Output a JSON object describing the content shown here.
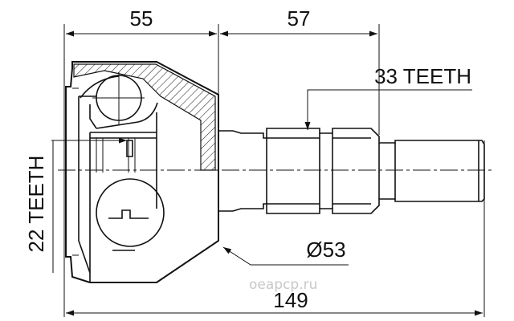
{
  "dimensions": {
    "left_length": "55",
    "mid_length": "57",
    "outer_teeth": "33 TEETH",
    "inner_teeth": "22 TEETH",
    "diameter": "Ø53",
    "total_length": "149"
  },
  "watermark": "oeapcp.ru",
  "colors": {
    "line": "#111111",
    "watermark": "#c8c8c8"
  }
}
